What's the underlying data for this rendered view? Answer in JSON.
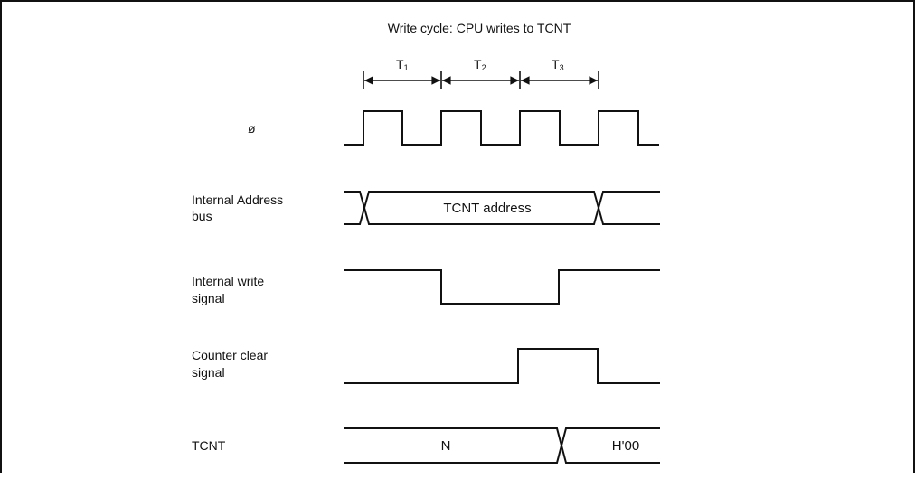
{
  "diagram": {
    "title": "Write cycle: CPU writes to TCNT",
    "periods": [
      {
        "label": "T",
        "sub": "1"
      },
      {
        "label": "T",
        "sub": "2"
      },
      {
        "label": "T",
        "sub": "3"
      }
    ],
    "signals": {
      "clock": {
        "label": "ø"
      },
      "address_bus": {
        "label_line1": "Internal Address",
        "label_line2": "bus",
        "value": "TCNT address"
      },
      "write_signal": {
        "label_line1": "Internal write",
        "label_line2": "signal"
      },
      "clear_signal": {
        "label_line1": "Counter clear",
        "label_line2": "signal"
      },
      "tcnt": {
        "label": "TCNT",
        "value_before": "N",
        "value_after": "H'00"
      }
    }
  }
}
